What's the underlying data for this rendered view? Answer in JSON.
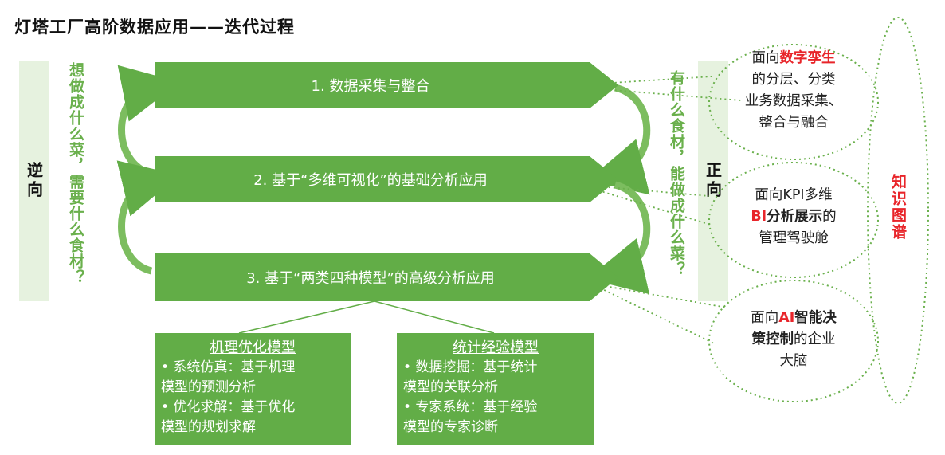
{
  "title": "灯塔工厂高阶数据应用——迭代过程",
  "left_panel": {
    "label": "逆向"
  },
  "left_question": "想做成什么菜，需要什么食材？",
  "right_question": "有什么食材，能做成什么菜？",
  "right_panel": {
    "label": "正向"
  },
  "steps": [
    {
      "label": "1. 数据采集与整合"
    },
    {
      "label": "2. 基于“多维可视化”的基础分析应用"
    },
    {
      "label": "3. 基于“两类四种模型”的高级分析应用"
    }
  ],
  "models": [
    {
      "title": "机理优化模型",
      "lines": [
        "•  系统仿真：基于机理",
        "模型的预测分析",
        "•  优化求解：基于优化",
        "模型的规划求解"
      ]
    },
    {
      "title": "统计经验模型",
      "lines": [
        "•  数据挖掘：基于统计",
        "模型的关联分析",
        "•  专家系统：基于经验",
        "模型的专家诊断"
      ]
    }
  ],
  "bubbles": [
    {
      "pre": "面向",
      "hl": "数字孪生",
      "post": "",
      "line2": "的分层、分类",
      "line3": "业务数据采集、",
      "line4": "整合与融合"
    },
    {
      "line1": "面向KPI多维",
      "hl": "BI",
      "hl_bold": "分析展示",
      "post": "的",
      "line3": "管理驾驶舱"
    },
    {
      "pre": "面向",
      "hl": "AI",
      "hl_bold": "智能决",
      "line2_bold": "策控制",
      "line2_post": "的企业",
      "line3": "大脑"
    }
  ],
  "knowledge_graph": {
    "label": "知识图谱"
  },
  "colors": {
    "green": "#62ad47",
    "light_green": "#e6f2df",
    "question_green": "#6ab04c",
    "red": "#e8252a",
    "dotted": "#6ab04c"
  }
}
